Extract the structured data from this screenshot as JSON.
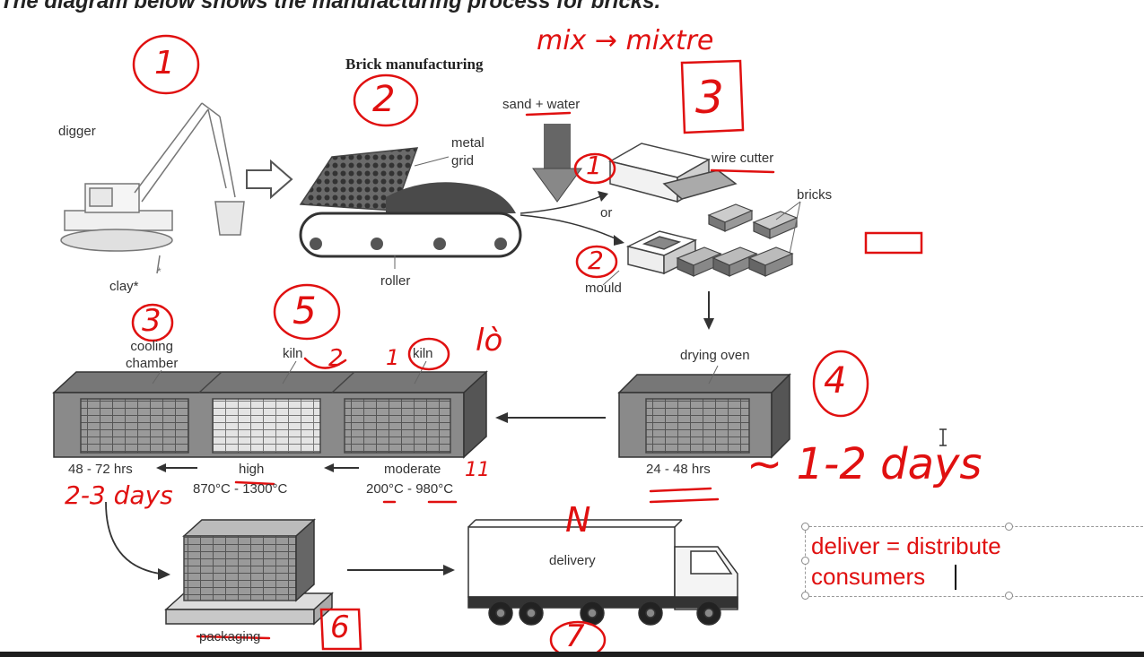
{
  "header": {
    "title": "The diagram below shows the manufacturing process for bricks."
  },
  "diagram": {
    "title": "Brick manufacturing",
    "labels": {
      "digger": "digger",
      "clay": "clay*",
      "metal_grid": "metal\ngrid",
      "roller": "roller",
      "sand_water": "sand + water",
      "or": "or",
      "wire_cutter": "wire cutter",
      "bricks": "bricks",
      "mould": "mould",
      "drying_oven": "drying oven",
      "drying_time": "24 - 48 hrs",
      "cooling_chamber": "cooling\nchamber",
      "kiln_high": "kiln",
      "kiln_moderate": "kiln",
      "cooling_time": "48 - 72 hrs",
      "high": "high",
      "high_temp": "870°C - 1300°C",
      "moderate": "moderate",
      "moderate_temp": "200°C - 980°C",
      "packaging": "packaging",
      "delivery": "delivery"
    }
  },
  "annotations": {
    "step1": "1",
    "step2": "2",
    "step3": "3",
    "step4": "4",
    "step5": "5",
    "step6": "6",
    "step7": "7",
    "mix": "mix → mixtre",
    "sub1": "1",
    "sub2": "2",
    "cool3": "3",
    "kiln2": "2",
    "kiln1": "1",
    "lo": "lò",
    "moderate_mark": "11",
    "days12": "~ 1-2 days",
    "days23": "2-3 days",
    "truck_mark": "N"
  },
  "textbox": {
    "line1": "deliver = distribute",
    "line2": "consumers"
  },
  "colors": {
    "ink": "#e01010",
    "dark": "#555555",
    "mid": "#8a8a8a",
    "light": "#d8d8d8"
  }
}
